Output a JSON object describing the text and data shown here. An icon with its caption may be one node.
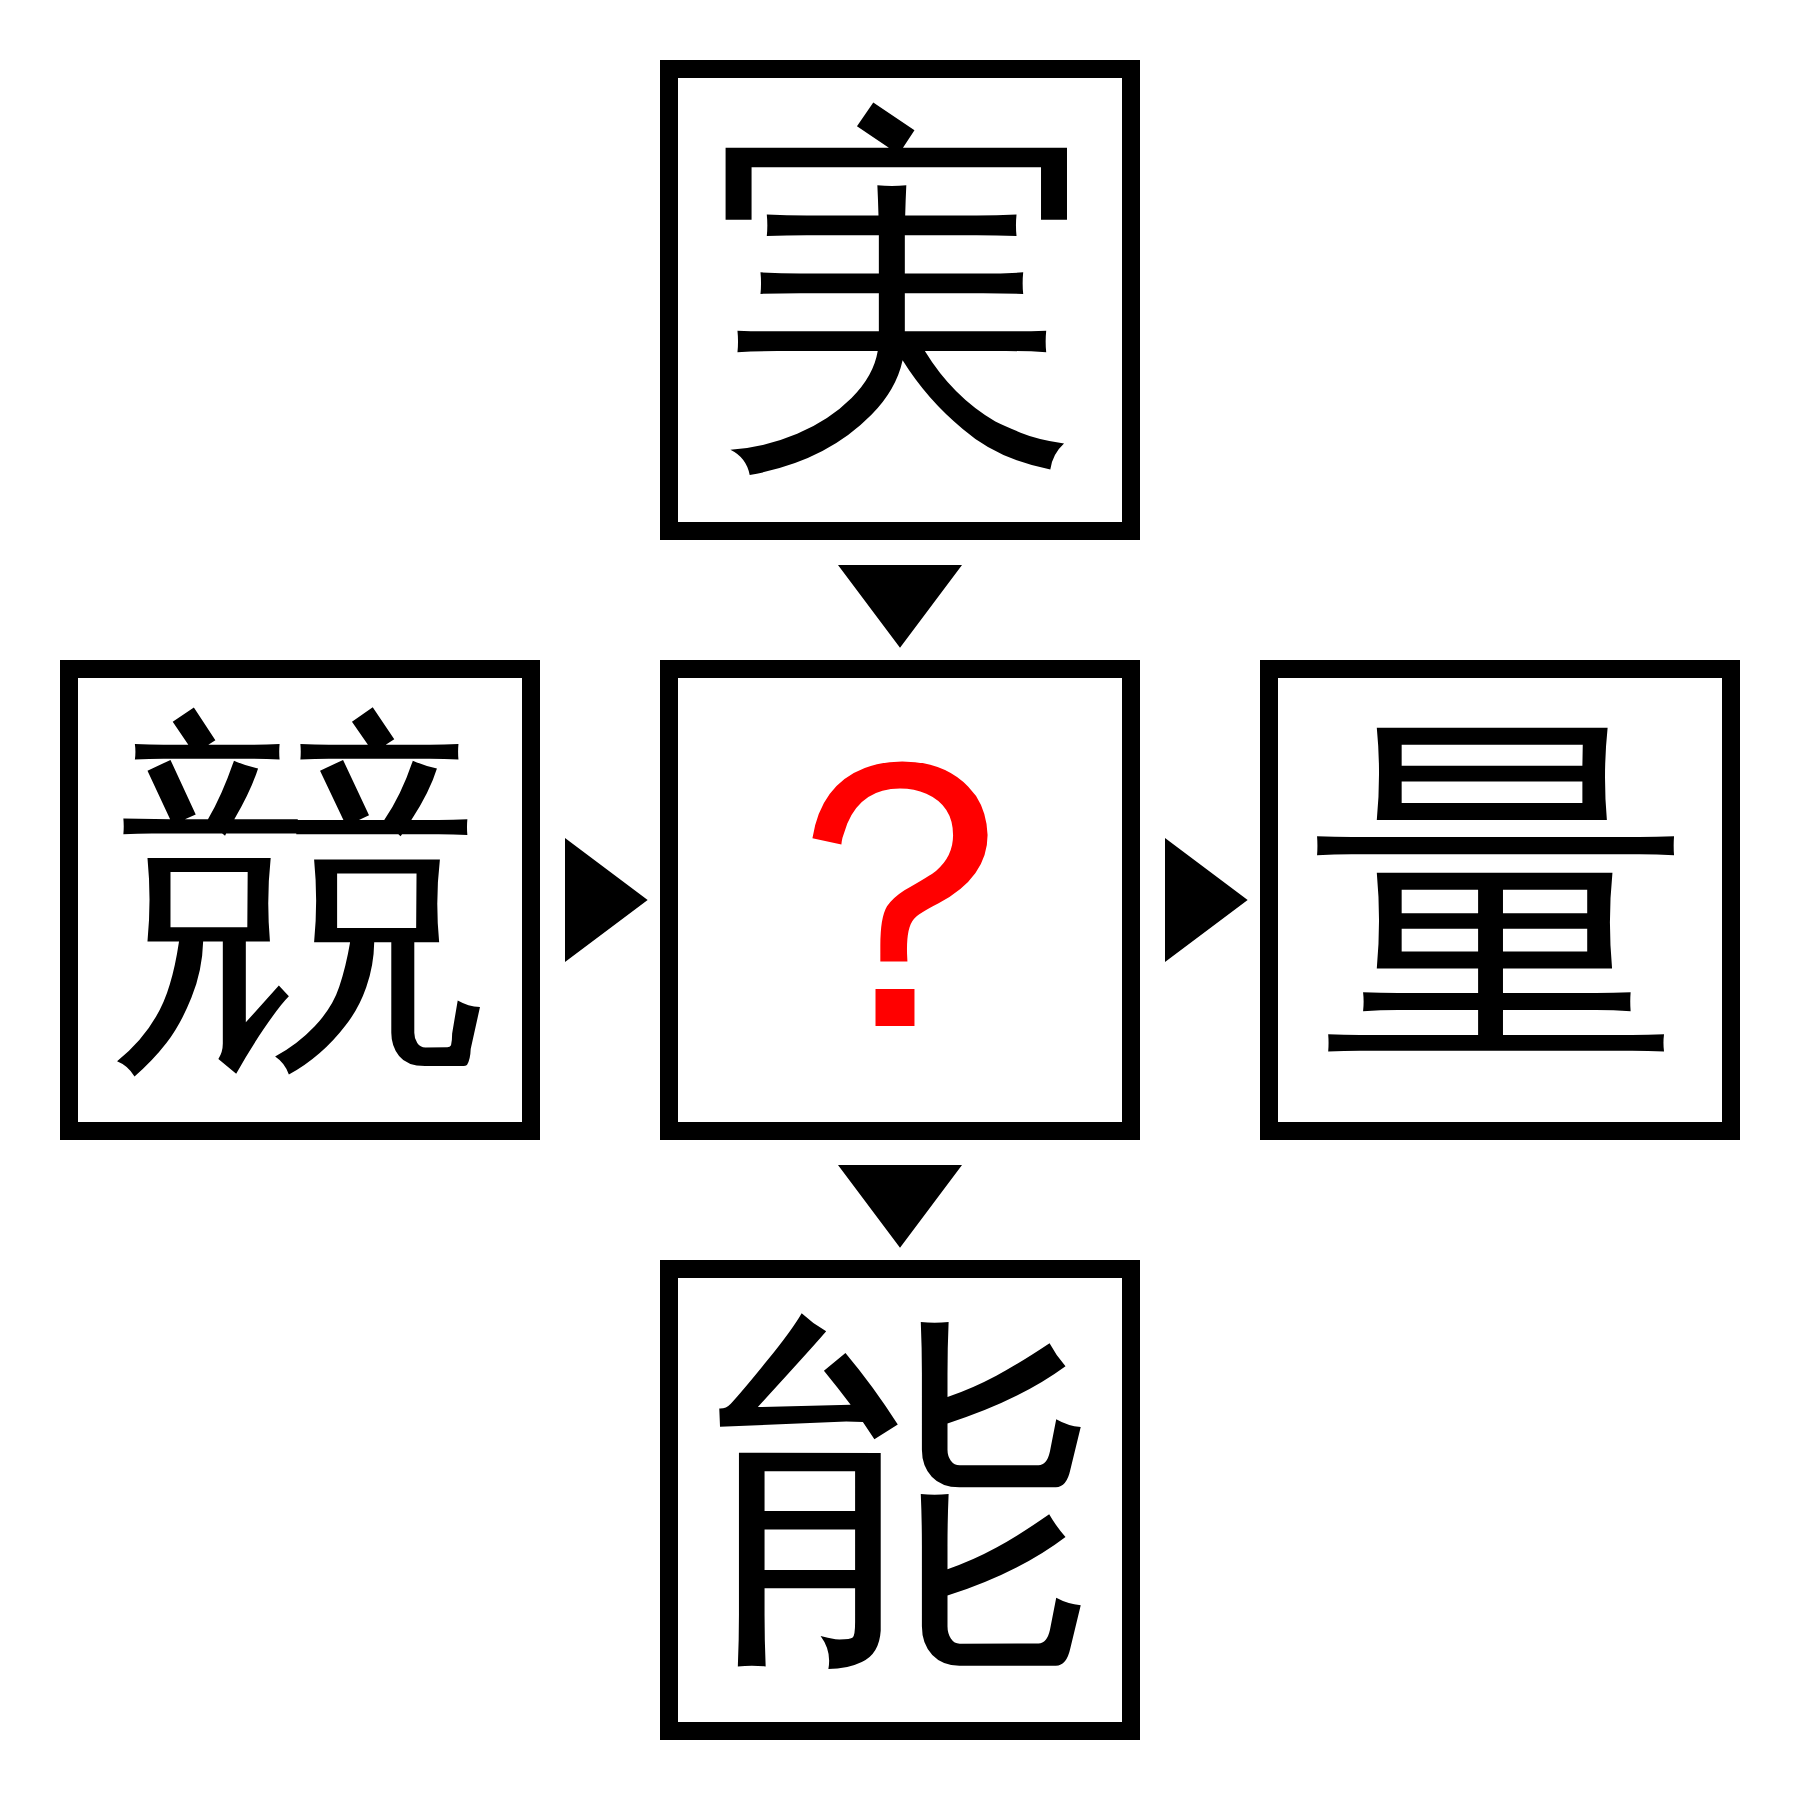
{
  "diagram": {
    "nodes": [
      {
        "text": [
          "実"
        ]
      },
      {
        "text": [
          "競"
        ]
      },
      {
        "text": [
          "？"
        ]
      },
      {
        "text": [
          "量"
        ]
      },
      {
        "text": [
          "能"
        ]
      }
    ],
    "edges": [
      {
        "from": 0,
        "to": 2,
        "arrow": "to"
      },
      {
        "from": 1,
        "to": 2,
        "arrow": "to"
      },
      {
        "from": 2,
        "to": 3,
        "arrow": "to"
      },
      {
        "from": 2,
        "to": 4,
        "arrow": "to"
      }
    ]
  }
}
